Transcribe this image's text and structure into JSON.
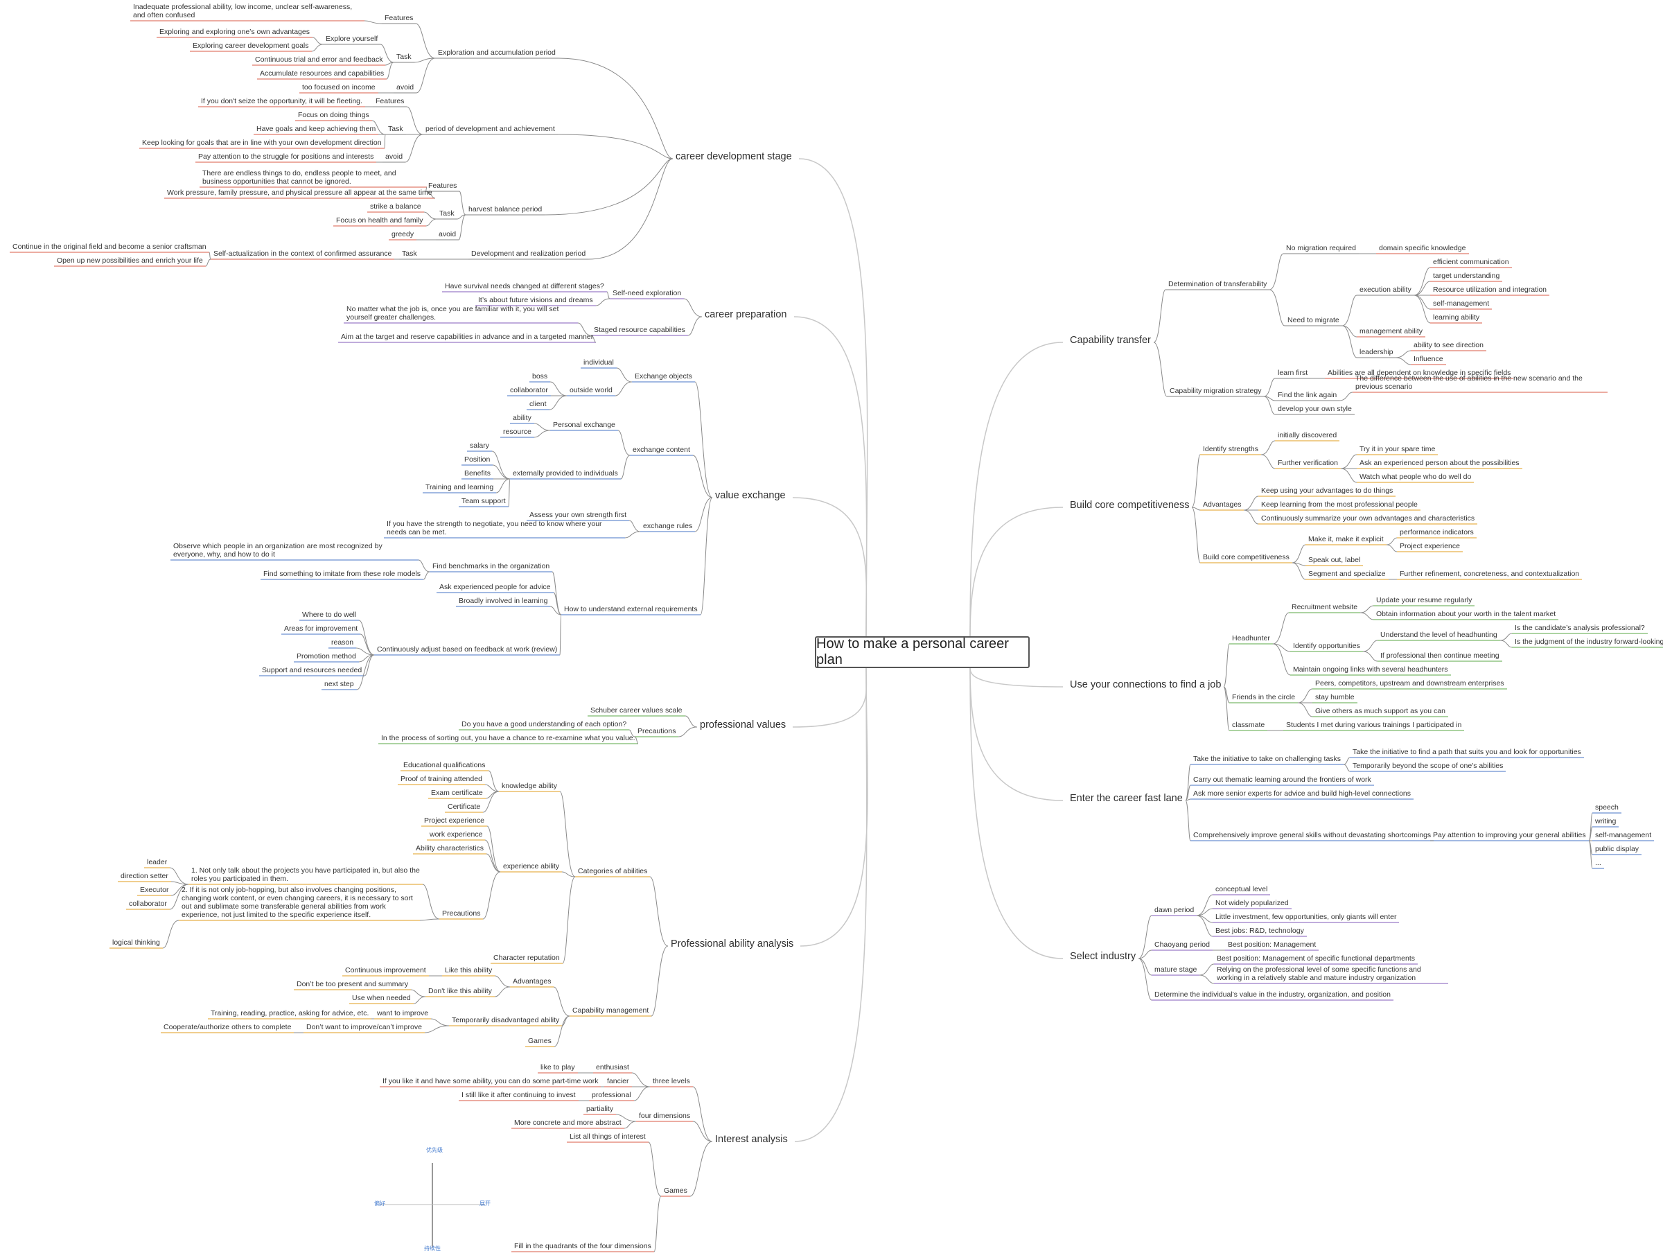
{
  "root": "How to make a personal career plan",
  "nodes": [
    {
      "id": "cds",
      "label": "career development stage"
    },
    {
      "id": "eap",
      "label": "Exploration and accumulation period"
    },
    {
      "id": "eap_f",
      "label": "Features"
    },
    {
      "id": "eap_f1",
      "label": "Inadequate professional ability, low income, unclear self-awareness, and often confused"
    },
    {
      "id": "eap_t",
      "label": "Task"
    },
    {
      "id": "eap_ey",
      "label": "Explore yourself"
    },
    {
      "id": "eap_ey1",
      "label": "Exploring and exploring one’s own advantages"
    },
    {
      "id": "eap_ey2",
      "label": "Exploring career development goals"
    },
    {
      "id": "eap_t2",
      "label": "Continuous trial and error and feedback"
    },
    {
      "id": "eap_t3",
      "label": "Accumulate resources and capabilities"
    },
    {
      "id": "eap_a",
      "label": "avoid"
    },
    {
      "id": "eap_a1",
      "label": "too focused on income"
    },
    {
      "id": "pda",
      "label": "period of development and achievement"
    },
    {
      "id": "pda_f",
      "label": "Features"
    },
    {
      "id": "pda_f1",
      "label": "If you don't seize the opportunity, it will be fleeting."
    },
    {
      "id": "pda_t",
      "label": "Task"
    },
    {
      "id": "pda_t1",
      "label": "Focus on doing things"
    },
    {
      "id": "pda_t2",
      "label": "Have goals and keep achieving them"
    },
    {
      "id": "pda_t3",
      "label": "Keep looking for goals that are in line with your own development direction"
    },
    {
      "id": "pda_a",
      "label": "avoid"
    },
    {
      "id": "pda_a1",
      "label": "Pay attention to the struggle for positions and interests"
    },
    {
      "id": "hbp",
      "label": "harvest balance period"
    },
    {
      "id": "hbp_f",
      "label": "Features"
    },
    {
      "id": "hbp_f1",
      "label": "There are endless things to do, endless people to meet, and business opportunities that cannot be ignored."
    },
    {
      "id": "hbp_f2",
      "label": "Work pressure, family pressure, and physical pressure all appear at the same time"
    },
    {
      "id": "hbp_t",
      "label": "Task"
    },
    {
      "id": "hbp_t1",
      "label": "strike a balance"
    },
    {
      "id": "hbp_t2",
      "label": "Focus on health and family"
    },
    {
      "id": "hbp_a",
      "label": "avoid"
    },
    {
      "id": "hbp_a1",
      "label": "greedy"
    },
    {
      "id": "drp",
      "label": "Development and realization period"
    },
    {
      "id": "drp_t",
      "label": "Task"
    },
    {
      "id": "drp_t1",
      "label": "Self-actualization in the context of confirmed assurance"
    },
    {
      "id": "drp_t1a",
      "label": "Continue in the original field and become a senior craftsman"
    },
    {
      "id": "drp_t1b",
      "label": "Open up new possibilities and enrich your life"
    },
    {
      "id": "cp",
      "label": "career preparation"
    },
    {
      "id": "cp_se",
      "label": "Self-need exploration"
    },
    {
      "id": "cp_se1",
      "label": "Have survival needs changed at different stages?"
    },
    {
      "id": "cp_se2",
      "label": "It’s about future visions and dreams"
    },
    {
      "id": "cp_sr",
      "label": "Staged resource capabilities"
    },
    {
      "id": "cp_sr1",
      "label": "No matter what the job is, once you are familiar with it, you will set yourself greater challenges."
    },
    {
      "id": "cp_sr2",
      "label": "Aim at the target and reserve capabilities in advance and in a targeted manner"
    },
    {
      "id": "ve",
      "label": "value exchange"
    },
    {
      "id": "ve_eo",
      "label": "Exchange objects"
    },
    {
      "id": "ve_eo1",
      "label": "individual"
    },
    {
      "id": "ve_ow",
      "label": "outside world"
    },
    {
      "id": "ve_ow1",
      "label": "boss"
    },
    {
      "id": "ve_ow2",
      "label": "collaborator"
    },
    {
      "id": "ve_ow3",
      "label": "client"
    },
    {
      "id": "ve_ec",
      "label": "exchange content"
    },
    {
      "id": "ve_pe",
      "label": "Personal exchange"
    },
    {
      "id": "ve_pe1",
      "label": "ability"
    },
    {
      "id": "ve_pe2",
      "label": "resource"
    },
    {
      "id": "ve_ep",
      "label": "externally provided to individuals"
    },
    {
      "id": "ve_ep1",
      "label": "salary"
    },
    {
      "id": "ve_ep2",
      "label": "Position"
    },
    {
      "id": "ve_ep3",
      "label": "Benefits"
    },
    {
      "id": "ve_ep4",
      "label": "Training and learning"
    },
    {
      "id": "ve_ep5",
      "label": "Team support"
    },
    {
      "id": "ve_er",
      "label": "exchange rules"
    },
    {
      "id": "ve_er1",
      "label": "Assess your own strength first"
    },
    {
      "id": "ve_er2",
      "label": "If you have the strength to negotiate, you need to know where your needs can be met."
    },
    {
      "id": "ve_ue",
      "label": "How to understand external requirements"
    },
    {
      "id": "ve_fb",
      "label": "Find benchmarks in the organization"
    },
    {
      "id": "ve_fb1",
      "label": "Observe which people in an organization are most recognized by everyone, why, and how to do it"
    },
    {
      "id": "ve_fb2",
      "label": "Find something to imitate from these role models"
    },
    {
      "id": "ve_ue2",
      "label": "Ask experienced people for advice"
    },
    {
      "id": "ve_ue3",
      "label": "Broadly involved in learning"
    },
    {
      "id": "ve_ca",
      "label": "Continuously adjust based on feedback at work (review)"
    },
    {
      "id": "ve_ca1",
      "label": "Where to do well"
    },
    {
      "id": "ve_ca2",
      "label": "Areas for improvement"
    },
    {
      "id": "ve_ca3",
      "label": "reason"
    },
    {
      "id": "ve_ca4",
      "label": "Promotion method"
    },
    {
      "id": "ve_ca5",
      "label": "Support and resources needed"
    },
    {
      "id": "ve_ca6",
      "label": "next step"
    },
    {
      "id": "pv",
      "label": "professional values"
    },
    {
      "id": "pv_s",
      "label": "Schuber career values scale"
    },
    {
      "id": "pv_p",
      "label": "Precautions"
    },
    {
      "id": "pv_p1",
      "label": "Do you have a good understanding of each option?"
    },
    {
      "id": "pv_p2",
      "label": "In the process of sorting out, you have a chance to re-examine what you value."
    },
    {
      "id": "paa",
      "label": "Professional ability analysis"
    },
    {
      "id": "paa_c",
      "label": "Categories of abilities"
    },
    {
      "id": "paa_k",
      "label": "knowledge ability"
    },
    {
      "id": "paa_k1",
      "label": "Educational qualifications"
    },
    {
      "id": "paa_k2",
      "label": "Proof of training attended"
    },
    {
      "id": "paa_k3",
      "label": "Exam certificate"
    },
    {
      "id": "paa_k4",
      "label": "Certificate"
    },
    {
      "id": "paa_e",
      "label": "experience ability"
    },
    {
      "id": "paa_e1",
      "label": "Project experience"
    },
    {
      "id": "paa_e2",
      "label": "work experience"
    },
    {
      "id": "paa_e3",
      "label": "Ability characteristics"
    },
    {
      "id": "paa_pr",
      "label": "Precautions"
    },
    {
      "id": "paa_pr1",
      "label": "1. Not only talk about the projects you have participated in, but also the roles you participated in them."
    },
    {
      "id": "paa_pr1a",
      "label": "leader"
    },
    {
      "id": "paa_pr1b",
      "label": "direction setter"
    },
    {
      "id": "paa_pr1c",
      "label": "Executor"
    },
    {
      "id": "paa_pr1d",
      "label": "collaborator"
    },
    {
      "id": "paa_pr2",
      "label": "2. If it is not only job-hopping, but also involves changing positions, changing work content, or even changing careers, it is necessary to sort out and sublimate some transferable general abilities from work experience, not just limited to the specific experience itself."
    },
    {
      "id": "paa_pr2a",
      "label": "logical thinking"
    },
    {
      "id": "paa_cr",
      "label": "Character reputation"
    },
    {
      "id": "paa_cm",
      "label": "Capability management"
    },
    {
      "id": "paa_ad",
      "label": "Advantages"
    },
    {
      "id": "paa_ad1",
      "label": "Like this ability"
    },
    {
      "id": "paa_ad1a",
      "label": "Continuous improvement"
    },
    {
      "id": "paa_ad2",
      "label": "Don't like this ability"
    },
    {
      "id": "paa_ad2a",
      "label": "Don’t be too present and summary"
    },
    {
      "id": "paa_ad2b",
      "label": "Use when needed"
    },
    {
      "id": "paa_td",
      "label": "Temporarily disadvantaged ability"
    },
    {
      "id": "paa_td1",
      "label": "want to improve"
    },
    {
      "id": "paa_td1a",
      "label": "Training, reading, practice, asking for advice, etc."
    },
    {
      "id": "paa_td2",
      "label": "Don’t want to improve/can’t improve"
    },
    {
      "id": "paa_td2a",
      "label": "Cooperate/authorize others to complete"
    },
    {
      "id": "paa_g",
      "label": "Games"
    },
    {
      "id": "ia",
      "label": "Interest analysis"
    },
    {
      "id": "ia_tl",
      "label": "three levels"
    },
    {
      "id": "ia_tl1",
      "label": "enthusiast"
    },
    {
      "id": "ia_tl1a",
      "label": "like to play"
    },
    {
      "id": "ia_tl2",
      "label": "fancier"
    },
    {
      "id": "ia_tl2a",
      "label": "If you like it and have some ability, you can do some part-time work"
    },
    {
      "id": "ia_tl3",
      "label": "professional"
    },
    {
      "id": "ia_tl3a",
      "label": "I still like it after continuing to invest"
    },
    {
      "id": "ia_fd",
      "label": "four dimensions"
    },
    {
      "id": "ia_fd1",
      "label": "partiality"
    },
    {
      "id": "ia_fd2",
      "label": "More concrete and more abstract"
    },
    {
      "id": "ia_g",
      "label": "Games"
    },
    {
      "id": "ia_g1",
      "label": "List all things of interest"
    },
    {
      "id": "ia_g2",
      "label": "Fill in the quadrants of the four dimensions"
    },
    {
      "id": "ct",
      "label": "Capability transfer"
    },
    {
      "id": "ct_d",
      "label": "Determination of transferability"
    },
    {
      "id": "ct_nm",
      "label": "No migration required"
    },
    {
      "id": "ct_nm1",
      "label": "domain specific knowledge"
    },
    {
      "id": "ct_n",
      "label": "Need to migrate"
    },
    {
      "id": "ct_ex",
      "label": "execution ability"
    },
    {
      "id": "ct_ex1",
      "label": "efficient communication"
    },
    {
      "id": "ct_ex2",
      "label": "target understanding"
    },
    {
      "id": "ct_ex3",
      "label": "Resource utilization and integration"
    },
    {
      "id": "ct_ex4",
      "label": "self-management"
    },
    {
      "id": "ct_ex5",
      "label": "learning ability"
    },
    {
      "id": "ct_ma",
      "label": "management ability"
    },
    {
      "id": "ct_le",
      "label": "leadership"
    },
    {
      "id": "ct_le1",
      "label": "ability to see direction"
    },
    {
      "id": "ct_le2",
      "label": "Influence"
    },
    {
      "id": "ct_s",
      "label": "Capability migration strategy"
    },
    {
      "id": "ct_s1",
      "label": "learn first"
    },
    {
      "id": "ct_s1a",
      "label": "Abilities are all dependent on knowledge in specific fields"
    },
    {
      "id": "ct_s2",
      "label": "Find the link again"
    },
    {
      "id": "ct_s2a",
      "label": "The difference between the use of abilities in the new scenario and the previous scenario"
    },
    {
      "id": "ct_s3",
      "label": "develop your own style"
    },
    {
      "id": "bc",
      "label": "Build core competitiveness"
    },
    {
      "id": "bc_is",
      "label": "Identify strengths"
    },
    {
      "id": "bc_is1",
      "label": "initially discovered"
    },
    {
      "id": "bc_fv",
      "label": "Further verification"
    },
    {
      "id": "bc_fv1",
      "label": "Try it in your spare time"
    },
    {
      "id": "bc_fv2",
      "label": "Ask an experienced person about the possibilities"
    },
    {
      "id": "bc_fv3",
      "label": "Watch what people who do well do"
    },
    {
      "id": "bc_ad",
      "label": "Advantages"
    },
    {
      "id": "bc_ad1",
      "label": "Keep using your advantages to do things"
    },
    {
      "id": "bc_ad2",
      "label": "Keep learning from the most professional people"
    },
    {
      "id": "bc_ad3",
      "label": "Continuously summarize your own advantages and characteristics"
    },
    {
      "id": "bc_b",
      "label": "Build core competitiveness"
    },
    {
      "id": "bc_b1",
      "label": "Make it, make it explicit"
    },
    {
      "id": "bc_b1a",
      "label": "performance indicators"
    },
    {
      "id": "bc_b1b",
      "label": "Project experience"
    },
    {
      "id": "bc_b2",
      "label": "Speak out, label"
    },
    {
      "id": "bc_b3",
      "label": "Segment and specialize"
    },
    {
      "id": "bc_b3a",
      "label": "Further refinement, concreteness, and contextualization"
    },
    {
      "id": "uc",
      "label": "Use your connections to find a job"
    },
    {
      "id": "uc_h",
      "label": "Headhunter"
    },
    {
      "id": "uc_rw",
      "label": "Recruitment website"
    },
    {
      "id": "uc_rw1",
      "label": "Update your resume regularly"
    },
    {
      "id": "uc_rw2",
      "label": "Obtain information about your worth in the talent market"
    },
    {
      "id": "uc_io",
      "label": "Identify opportunities"
    },
    {
      "id": "uc_io1",
      "label": "Understand the level of headhunting"
    },
    {
      "id": "uc_io1a",
      "label": "Is the candidate’s analysis professional?"
    },
    {
      "id": "uc_io1b",
      "label": "Is the judgment of the industry forward-looking?"
    },
    {
      "id": "uc_io2",
      "label": "If professional then continue meeting"
    },
    {
      "id": "uc_h3",
      "label": "Maintain ongoing links with several headhunters"
    },
    {
      "id": "uc_fc",
      "label": "Friends in the circle"
    },
    {
      "id": "uc_fc1",
      "label": "Peers, competitors, upstream and downstream enterprises"
    },
    {
      "id": "uc_fc2",
      "label": "stay humble"
    },
    {
      "id": "uc_fc3",
      "label": "Give others as much support as you can"
    },
    {
      "id": "uc_cm",
      "label": "classmate"
    },
    {
      "id": "uc_cm1",
      "label": "Students I met during various trainings I participated in"
    },
    {
      "id": "ef",
      "label": "Enter the career fast lane"
    },
    {
      "id": "ef_1",
      "label": "Take the initiative to take on challenging tasks"
    },
    {
      "id": "ef_1a",
      "label": "Take the initiative to find a path that suits you and look for opportunities"
    },
    {
      "id": "ef_1b",
      "label": "Temporarily beyond the scope of one's abilities"
    },
    {
      "id": "ef_2",
      "label": "Carry out thematic learning around the frontiers of work"
    },
    {
      "id": "ef_3",
      "label": "Ask more senior experts for advice and build high-level connections"
    },
    {
      "id": "ef_4",
      "label": "Comprehensively improve general skills without devastating shortcomings"
    },
    {
      "id": "ef_4a",
      "label": "Pay attention to improving your general abilities"
    },
    {
      "id": "ef_4a1",
      "label": "speech"
    },
    {
      "id": "ef_4a2",
      "label": "writing"
    },
    {
      "id": "ef_4a3",
      "label": "self-management"
    },
    {
      "id": "ef_4a4",
      "label": "public display"
    },
    {
      "id": "ef_4a5",
      "label": "..."
    },
    {
      "id": "si",
      "label": "Select industry"
    },
    {
      "id": "si_d",
      "label": "dawn period"
    },
    {
      "id": "si_d1",
      "label": "conceptual level"
    },
    {
      "id": "si_d2",
      "label": "Not widely popularized"
    },
    {
      "id": "si_d3",
      "label": "Little investment, few opportunities, only giants will enter"
    },
    {
      "id": "si_d4",
      "label": "Best jobs: R&D, technology"
    },
    {
      "id": "si_c",
      "label": "Chaoyang period"
    },
    {
      "id": "si_c1",
      "label": "Best position: Management"
    },
    {
      "id": "si_m",
      "label": "mature stage"
    },
    {
      "id": "si_m1",
      "label": "Best position: Management of specific functional departments"
    },
    {
      "id": "si_m2",
      "label": "Relying on the professional level of some specific functions and working in a relatively stable and mature industry organization"
    },
    {
      "id": "si_v",
      "label": "Determine the individual's value in the industry, organization, and position"
    }
  ],
  "quadrant_labels": {
    "top": "优先级",
    "left": "偏好",
    "right": "展开",
    "bottom": "持续性"
  },
  "colors": {
    "line": "#8a8a8a",
    "root_border": "#555555",
    "red": "#e07a6a",
    "orange": "#e8b04a",
    "yellow": "#d9c24a",
    "green": "#7bb96a",
    "blue": "#6a8fd0",
    "purple": "#9b7bc8",
    "gray": "#9a9a9a"
  }
}
